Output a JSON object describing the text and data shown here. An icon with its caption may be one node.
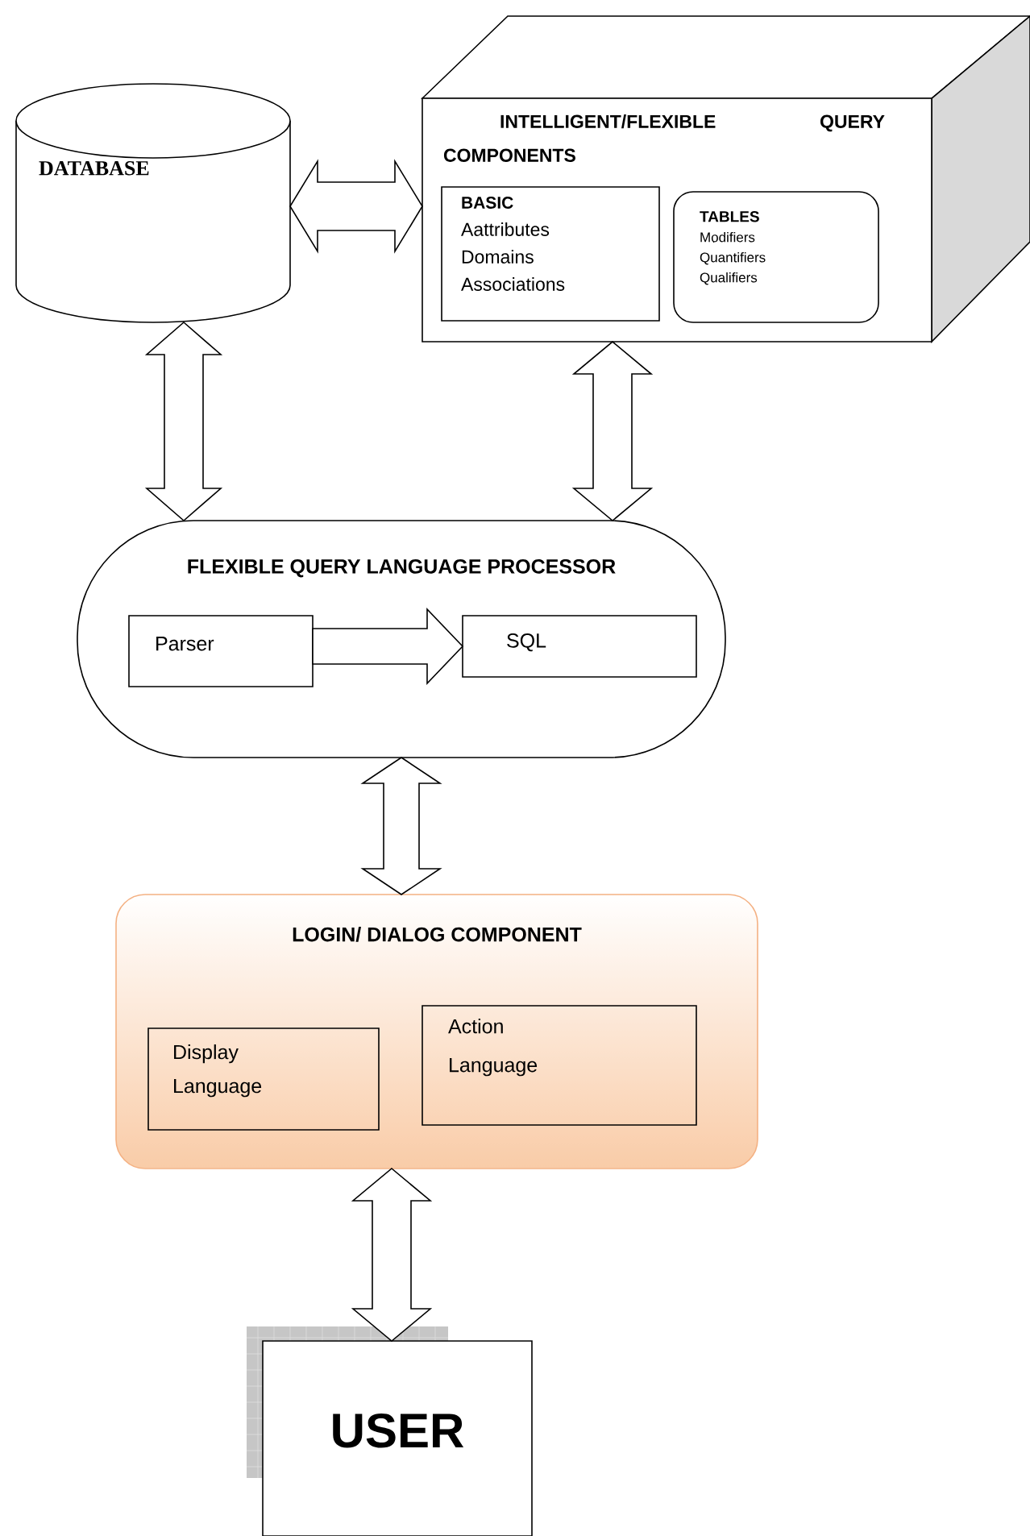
{
  "diagram": {
    "nodes": [
      {
        "text": [
          "DATABASE"
        ]
      },
      {
        "text": [
          "INTELLIGENT/FLEXIBLE QUERY COMPONENTS"
        ]
      },
      {
        "text": [
          "BASIC",
          "Aattributes",
          "Domains",
          "Associations"
        ],
        "in": 1
      },
      {
        "text": [
          "TABLES",
          "Modifiers",
          "Quantifiers",
          "Qualifiers"
        ],
        "in": 1
      },
      {
        "text": [
          "FLEXIBLE QUERY LANGUAGE PROCESSOR"
        ]
      },
      {
        "text": [
          "Parser"
        ],
        "in": 4
      },
      {
        "text": [
          "SQL"
        ],
        "in": 4
      },
      {
        "text": [
          "LOGIN/ DIALOG COMPONENT"
        ]
      },
      {
        "text": [
          "Display Language"
        ],
        "in": 7
      },
      {
        "text": [
          "Action Language"
        ],
        "in": 7
      },
      {
        "text": [
          "USER"
        ]
      }
    ],
    "edges": [
      {
        "from": 0,
        "to": 1,
        "arrow": "both"
      },
      {
        "from": 0,
        "to": 4,
        "arrow": "both"
      },
      {
        "from": 1,
        "to": 4,
        "arrow": "both"
      },
      {
        "from": 5,
        "to": 6,
        "arrow": "to"
      },
      {
        "from": 4,
        "to": 7,
        "arrow": "both"
      },
      {
        "from": 7,
        "to": 10,
        "arrow": "both"
      }
    ]
  }
}
